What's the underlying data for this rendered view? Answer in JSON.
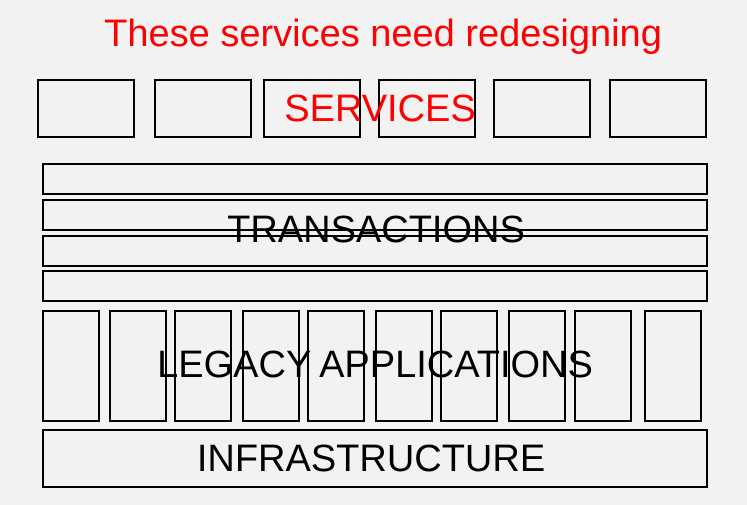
{
  "headline": "These services need redesigning",
  "services": {
    "label": "SERVICES",
    "box_count": 6
  },
  "transactions": {
    "label": "TRANSACTIONS",
    "bar_count": 4
  },
  "legacy_applications": {
    "label": "LEGACY APPLICATIONS",
    "column_count": 10
  },
  "infrastructure": {
    "label": "INFRASTRUCTURE"
  },
  "colors": {
    "highlight": "#ff0000",
    "outline": "#000000",
    "background": "#f2f2f2"
  }
}
